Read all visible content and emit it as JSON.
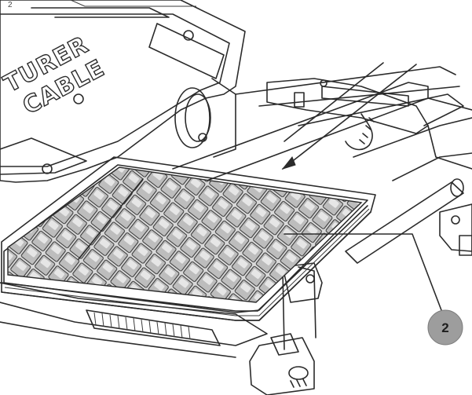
{
  "figure": {
    "embossed_label_line1": "TURER",
    "embossed_label_line2": "CABLE",
    "callout_number": "2",
    "corner_mark": "2",
    "callout_fill": "#9d9d9d",
    "accent_line": "#2b2b2b"
  }
}
